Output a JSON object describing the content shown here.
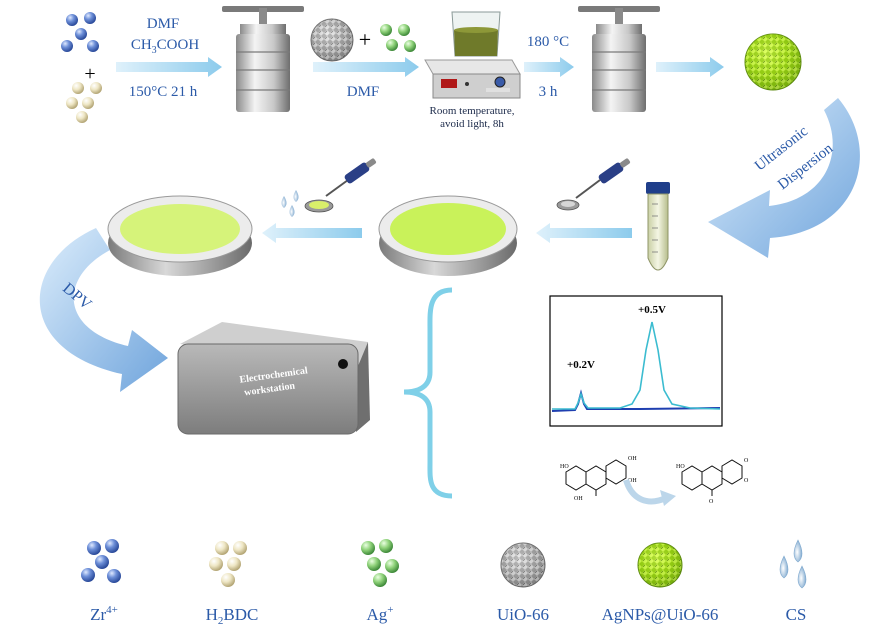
{
  "steps": {
    "step1_line1": "DMF",
    "step1_line2_main": "CH",
    "step1_line2_sub": "3",
    "step1_line2_rest": "COOH",
    "step1_line3": "150°C 21 h",
    "plus": "+",
    "step2": "DMF",
    "stir_line1": "Room temperature,",
    "stir_line2": "avoid light, 8h",
    "step3_line1": "180 °C",
    "step3_line2": "3 h",
    "ultrasonic_line1": "Ultrasonic",
    "ultrasonic_line2": "Dispersion",
    "dpv": "DPV",
    "workstation_line1": "Electrochemical",
    "workstation_line2": "workstation"
  },
  "chart_data": {
    "type": "line",
    "annotations": [
      "+0.2V",
      "+0.5V"
    ],
    "series": [
      {
        "color": "#1f3fb0",
        "peak_label": "+0.2V"
      },
      {
        "color": "#3bbcd0",
        "peak_label": "+0.5V"
      }
    ]
  },
  "legend": [
    {
      "label_main": "Zr",
      "label_sup": "4+",
      "label_sub": "",
      "label_rest": "",
      "icon": "blue-spheres-icon"
    },
    {
      "label_main": "H",
      "label_sup": "",
      "label_sub": "2",
      "label_rest": "BDC",
      "icon": "cream-spheres-icon"
    },
    {
      "label_main": "Ag",
      "label_sup": "+",
      "label_sub": "",
      "label_rest": "",
      "icon": "green-spheres-icon"
    },
    {
      "label_main": "UiO-66",
      "label_sup": "",
      "label_sub": "",
      "label_rest": "",
      "icon": "uio66-particle-icon"
    },
    {
      "label_main": "AgNPs@UiO-66",
      "label_sup": "",
      "label_sub": "",
      "label_rest": "",
      "icon": "agnps-particle-icon"
    },
    {
      "label_main": "CS",
      "label_sup": "",
      "label_sub": "",
      "label_rest": "",
      "icon": "droplets-icon"
    }
  ],
  "molecules": {
    "left_oh_labels": [
      "HO",
      "OH",
      "OH",
      "OH"
    ],
    "right_labels": [
      "HO",
      "O",
      "O",
      "O"
    ]
  },
  "colors": {
    "arrow": "#9fd3ee",
    "curved_arrow": "#6aa6dc",
    "electrode_film": "#c9f25a",
    "text_blue": "#2b5aa8",
    "workstation": "#8f8f8f",
    "brace": "#7fd0e8"
  }
}
